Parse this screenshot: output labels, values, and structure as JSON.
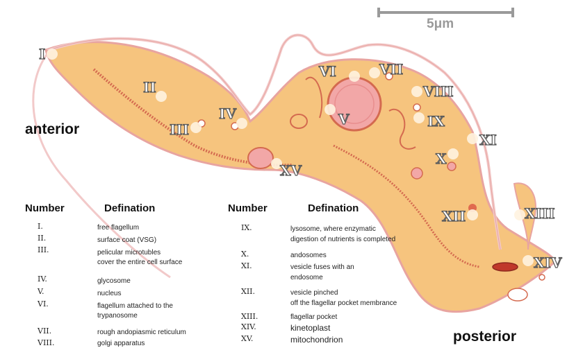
{
  "scale": {
    "label": "5μm"
  },
  "orientation": {
    "anterior": "anterior",
    "posterior": "posterior"
  },
  "markers": [
    "I",
    "II",
    "III",
    "IV",
    "V",
    "VI",
    "VII",
    "VIII",
    "IX",
    "X",
    "XI",
    "XII",
    "XIII",
    "XIV",
    "XV"
  ],
  "legend": {
    "header_number": "Number",
    "header_definition": "Defination",
    "left": [
      {
        "num": "I.",
        "def": "free flagellum"
      },
      {
        "num": "II.",
        "def": "surface coat (VSG)"
      },
      {
        "num": "III.",
        "def": "pelicular microtubles",
        "def2": "cover the entire cell surface"
      },
      {
        "num": "IV.",
        "def": "glycosome"
      },
      {
        "num": "V.",
        "def": "nucleus"
      },
      {
        "num": "VI.",
        "def": "flagellum attached to the",
        "def2": "trypanosome"
      },
      {
        "num": "VII.",
        "def": "rough andopiasmic reticulum"
      },
      {
        "num": "VIII.",
        "def": "golgi apparatus"
      }
    ],
    "right": [
      {
        "num": "IX.",
        "def": "lysosome, where enzymatic",
        "def2": "digestion of nutrients is completed"
      },
      {
        "num": "X.",
        "def": "andosomes"
      },
      {
        "num": "XI.",
        "def": "vesicle fuses with an",
        "def2": "endosome"
      },
      {
        "num": "XII.",
        "def": "vesicle pinched",
        "def2": "off the flagellar pocket membrance"
      },
      {
        "num": "XIII.",
        "def": "flagellar pocket"
      },
      {
        "num": "XIV.",
        "def": "kinetoplast"
      },
      {
        "num": "XV.",
        "def": "mitochondrion"
      }
    ]
  },
  "colors": {
    "body": "#f6c47e",
    "outline": "#e8a4a0",
    "flagellum": "#f2c9c9",
    "nucleus": "#f2a7a7",
    "text": "#222222",
    "scale": "#9a9a9a"
  }
}
